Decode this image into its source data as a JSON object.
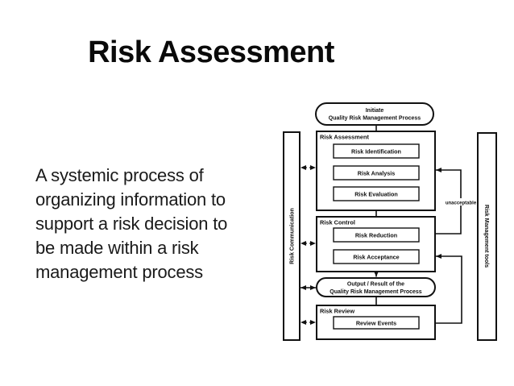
{
  "slide": {
    "title": "Risk Assessment",
    "body": {
      "line1": "A systemic process of",
      "line2": "organizing information to",
      "line3": "support a risk decision to",
      "line4": "be made within a risk",
      "line5": "management process"
    }
  },
  "diagram": {
    "start_node": {
      "line1": "Initiate",
      "line2": "Quality Risk Management Process"
    },
    "risk_assessment": {
      "label": "Risk Assessment",
      "step1": "Risk Identification",
      "step2": "Risk Analysis",
      "step3": "Risk Evaluation"
    },
    "risk_control": {
      "label": "Risk Control",
      "step1": "Risk Reduction",
      "step2": "Risk Acceptance"
    },
    "output_node": {
      "line1": "Output / Result of the",
      "line2": "Quality Risk Management Process"
    },
    "risk_review": {
      "label": "Risk Review",
      "step1": "Review Events"
    },
    "side_bars": {
      "left": "Risk Communication",
      "right": "Risk Management tools"
    },
    "annotations": {
      "feedback": "unacceptable"
    },
    "colors": {
      "ink": "#111111",
      "background": "#ffffff"
    }
  }
}
